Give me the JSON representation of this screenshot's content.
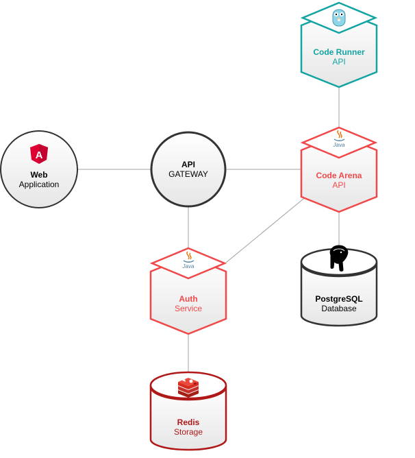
{
  "colors": {
    "teal": "#12A3A3",
    "red": "#F04848",
    "dark_red": "#B01818",
    "dark": "#333333",
    "connector": "#A0A0A0"
  },
  "nodes": {
    "web": {
      "title": "Web",
      "subtitle": "Application",
      "icon": "angular-icon"
    },
    "gateway": {
      "title": "API",
      "subtitle": "GATEWAY"
    },
    "code_runner": {
      "title": "Code Runner",
      "subtitle": "API",
      "icon": "gopher-icon"
    },
    "code_arena": {
      "title": "Code Arena",
      "subtitle": "API",
      "icon": "java-icon",
      "icon_text": "Java"
    },
    "auth": {
      "title": "Auth",
      "subtitle": "Service",
      "icon": "java-icon",
      "icon_text": "Java"
    },
    "postgres": {
      "title": "PostgreSQL",
      "subtitle": "Database",
      "icon": "postgresql-elephant-icon"
    },
    "redis": {
      "title": "Redis",
      "subtitle": "Storage",
      "icon": "redis-icon"
    }
  }
}
